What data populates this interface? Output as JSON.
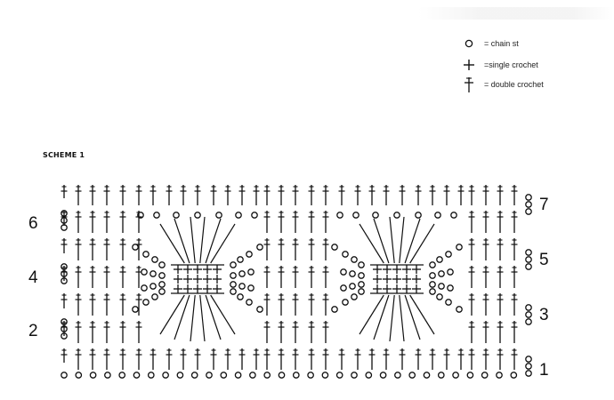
{
  "legend": {
    "items": [
      {
        "symbol": "chain-icon",
        "label": "= chain st"
      },
      {
        "symbol": "single-crochet-icon",
        "label": "=single crochet"
      },
      {
        "symbol": "double-crochet-icon",
        "label": "= double crochet"
      }
    ]
  },
  "scheme": {
    "title": "SCHEME 1"
  },
  "row_numbers": {
    "left": [
      "6",
      "4",
      "2"
    ],
    "right": [
      "7",
      "5",
      "3",
      "1"
    ]
  },
  "colors": {
    "ink": "#111111",
    "paper": "#ffffff"
  }
}
